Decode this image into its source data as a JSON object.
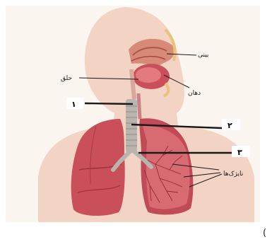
{
  "labels": {
    "nose": "بینی",
    "pharynx": "حلق",
    "mouth": "دهان",
    "bronchioles": "نایژک‌ها",
    "marker1": "۱",
    "marker2": "۲",
    "marker3": "۳"
  },
  "trailing_text": "(",
  "colors": {
    "background": "#ffffff",
    "panel": "#fbf5ef",
    "skin": "#f3d3c3",
    "lung": "#c9505a",
    "lung_dark": "#9d2f3a",
    "trachea": "#b9b5ae",
    "nasal": "#d88a78"
  }
}
